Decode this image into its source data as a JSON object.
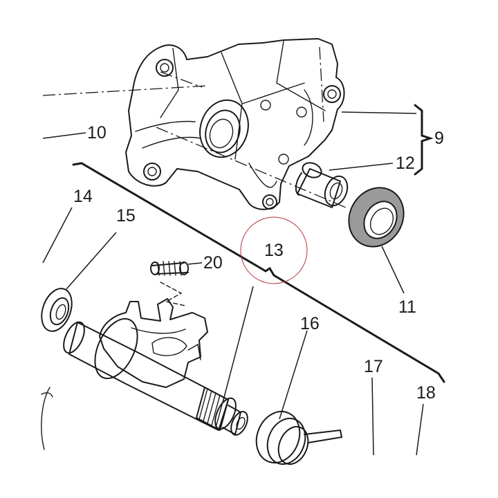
{
  "diagram": {
    "callouts": [
      "9",
      "10",
      "11",
      "12",
      "13",
      "14",
      "15",
      "16",
      "17",
      "18",
      "20"
    ],
    "highlight_color": "#b4323c",
    "line_color": "#1a1a1a",
    "seal_fill": "#9a9a9a"
  }
}
